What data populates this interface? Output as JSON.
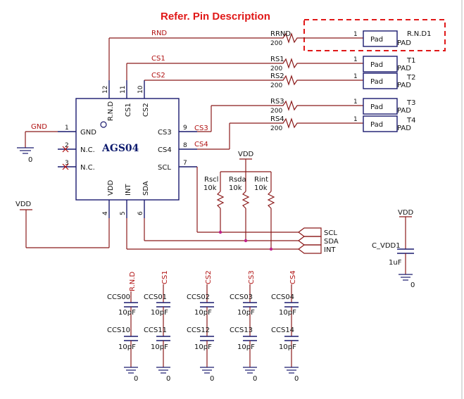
{
  "title": "Refer. Pin Description",
  "chip": {
    "name": "AGS04",
    "left_pins": [
      {
        "num": "1",
        "label": "GND"
      },
      {
        "num": "2",
        "label": "N.C."
      },
      {
        "num": "3",
        "label": "N.C."
      }
    ],
    "top_pins": [
      {
        "num": "12",
        "label": "R.N.D"
      },
      {
        "num": "11",
        "label": "CS1"
      },
      {
        "num": "10",
        "label": "CS2"
      }
    ],
    "right_pins": [
      {
        "num": "9",
        "label": "CS3"
      },
      {
        "num": "8",
        "label": "CS4"
      },
      {
        "num": "7",
        "label": "SCL"
      }
    ],
    "bottom_pins": [
      {
        "num": "4",
        "label": "VDD"
      },
      {
        "num": "5",
        "label": "INT"
      },
      {
        "num": "6",
        "label": "SDA"
      }
    ]
  },
  "nets": {
    "rnd": "RND",
    "cs1": "CS1",
    "cs2": "CS2",
    "cs3": "CS3",
    "cs4": "CS4",
    "gnd": "GND",
    "vdd_left": "VDD",
    "vdd_pullup": "VDD",
    "vdd_cap": "VDD",
    "gnd_value": "0"
  },
  "series_resistors": [
    {
      "ref": "RRND",
      "value": "200"
    },
    {
      "ref": "RS1",
      "value": "200"
    },
    {
      "ref": "RS2",
      "value": "200"
    },
    {
      "ref": "RS3",
      "value": "200"
    },
    {
      "ref": "RS4",
      "value": "200"
    }
  ],
  "pads": [
    {
      "pin": "1",
      "label": "Pad",
      "ref": "R.N.D1",
      "type": "PAD"
    },
    {
      "pin": "1",
      "label": "Pad",
      "ref": "T1",
      "type": "PAD"
    },
    {
      "pin": "1",
      "label": "Pad",
      "ref": "T2",
      "type": "PAD"
    },
    {
      "pin": "1",
      "label": "Pad",
      "ref": "T3",
      "type": "PAD"
    },
    {
      "pin": "1",
      "label": "Pad",
      "ref": "T4",
      "type": "PAD"
    }
  ],
  "pullups": [
    {
      "ref": "Rscl",
      "value": "10k"
    },
    {
      "ref": "Rsda",
      "value": "10k"
    },
    {
      "ref": "Rint",
      "value": "10k"
    }
  ],
  "ports": [
    "SCL",
    "SDA",
    "INT"
  ],
  "decoupling": {
    "ref": "C_VDD1",
    "value": "1uF"
  },
  "cap_columns": [
    {
      "net": "R.N.D",
      "top": {
        "ref": "CCS00",
        "value": "10pF"
      },
      "bottom": {
        "ref": "CCS10",
        "value": "10pF"
      }
    },
    {
      "net": "CS1",
      "top": {
        "ref": "CCS01",
        "value": "10pF"
      },
      "bottom": {
        "ref": "CCS11",
        "value": "10pF"
      }
    },
    {
      "net": "CS2",
      "top": {
        "ref": "CCS02",
        "value": "10pF"
      },
      "bottom": {
        "ref": "CCS12",
        "value": "10pF"
      }
    },
    {
      "net": "CS3",
      "top": {
        "ref": "CCS03",
        "value": "10pF"
      },
      "bottom": {
        "ref": "CCS13",
        "value": "10pF"
      }
    },
    {
      "net": "CS4",
      "top": {
        "ref": "CCS04",
        "value": "10pF"
      },
      "bottom": {
        "ref": "CCS14",
        "value": "10pF"
      }
    }
  ]
}
